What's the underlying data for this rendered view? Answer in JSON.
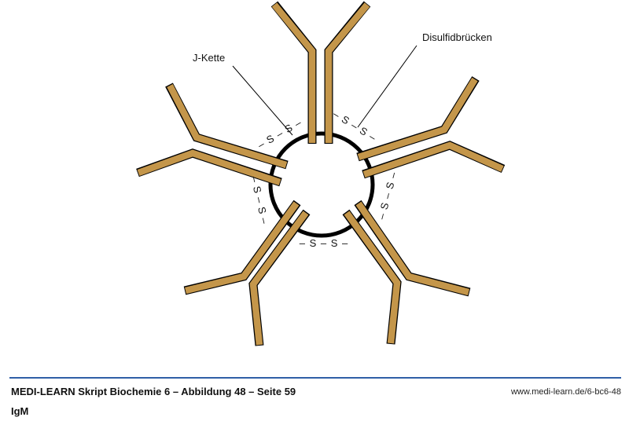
{
  "diagram": {
    "labels": {
      "j_chain": "J-Kette",
      "disulfide": "Disulfidbrücken"
    },
    "disulfide_bond": "– S – S –",
    "colors": {
      "chain": "#c4964a",
      "ring": "#000000"
    }
  },
  "footer": {
    "title": "MEDI-LEARN Skript Biochemie 6 – Abbildung 48 – Seite 59",
    "url": "www.medi-learn.de/6-bc6-48",
    "subtitle": "IgM"
  }
}
